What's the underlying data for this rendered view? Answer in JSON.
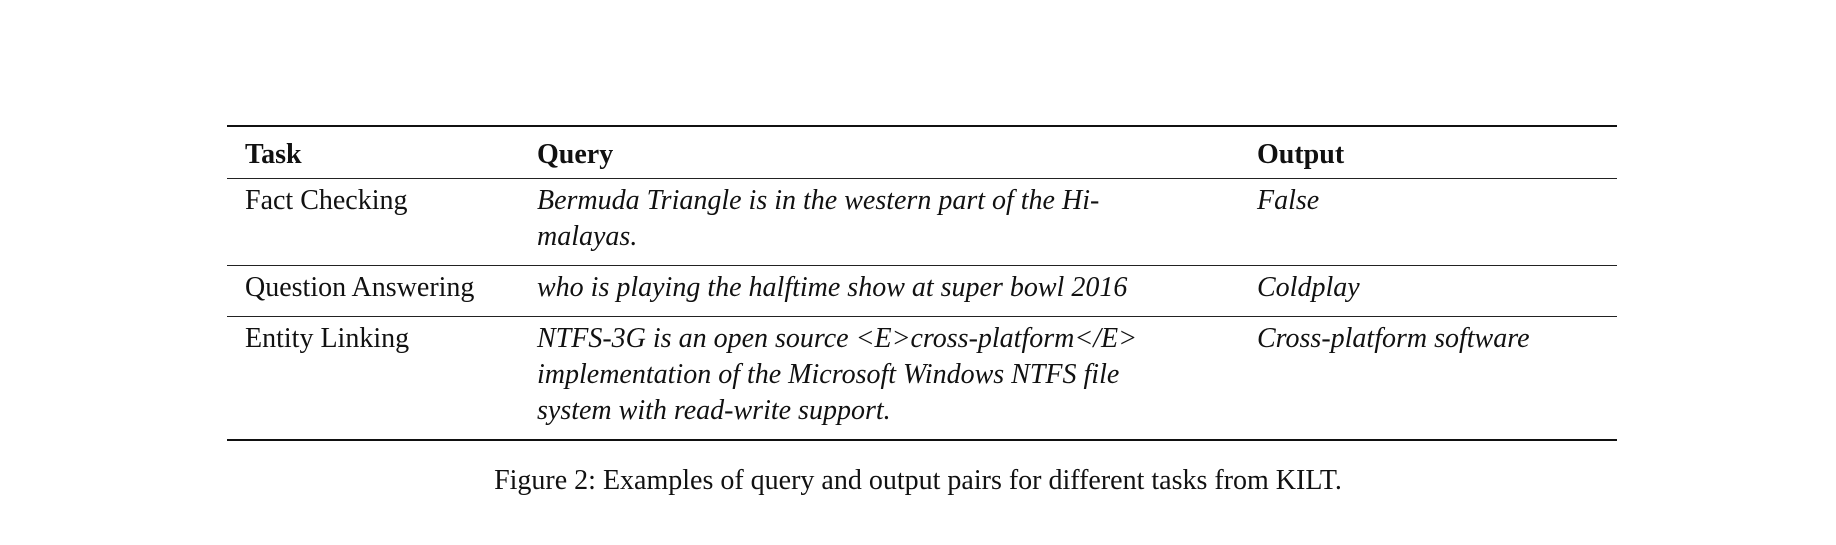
{
  "table": {
    "headers": [
      "Task",
      "Query",
      "Output"
    ],
    "rows": [
      {
        "task": "Fact Checking",
        "query_lines": [
          "Bermuda Triangle is in the western part of the Hi-",
          "malayas."
        ],
        "output": "False"
      },
      {
        "task": "Question Answering",
        "query_lines": [
          "who is playing the halftime show at super bowl 2016"
        ],
        "output": "Coldplay"
      },
      {
        "task": "Entity Linking",
        "query_lines": [
          "NTFS-3G is an open source <E>cross-platform</E>",
          "implementation of the Microsoft Windows NTFS file",
          "system with read-write support."
        ],
        "output": "Cross-platform software"
      }
    ]
  },
  "caption": "Figure 2: Examples of query and output pairs for different tasks from KILT."
}
